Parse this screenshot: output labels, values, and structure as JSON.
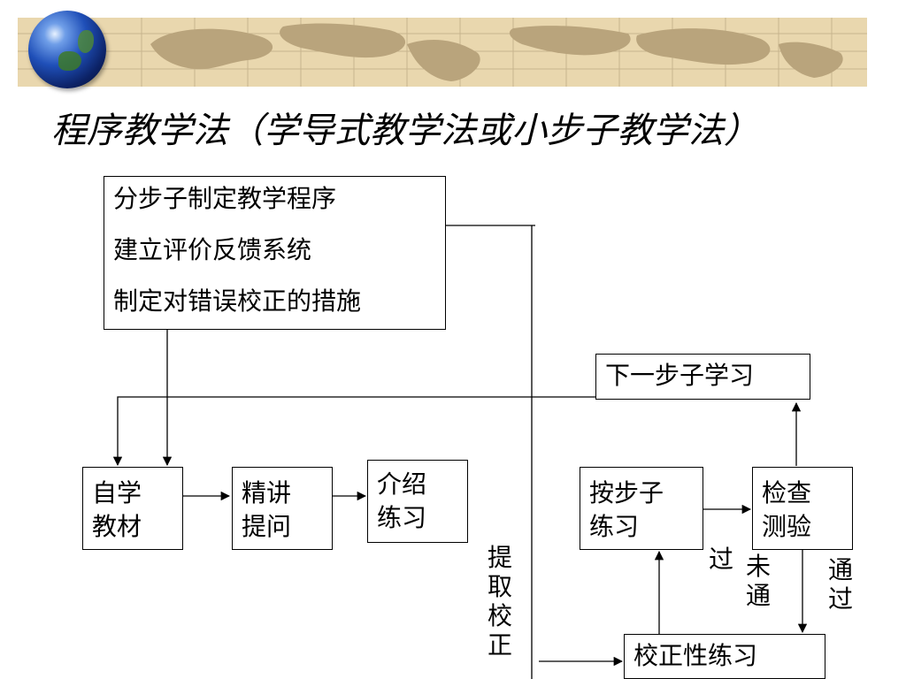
{
  "title": "程序教学法（学导式教学法或小步子教学法）",
  "colors": {
    "banner": "#e9d7ae",
    "map": "#b9a47c",
    "line": "#000000"
  },
  "nodes": {
    "plan": {
      "lines": [
        "分步子制定教学程序",
        "建立评价反馈系统",
        "制定对错误校正的措施"
      ]
    },
    "next_step": {
      "lines": [
        "下一步子学习"
      ]
    },
    "self_study": {
      "lines": [
        "自学",
        "教材"
      ]
    },
    "lecture": {
      "lines": [
        "精讲",
        "提问"
      ]
    },
    "intro": {
      "lines": [
        "介绍",
        "练习"
      ]
    },
    "practice": {
      "lines": [
        "按步子",
        "练习"
      ]
    },
    "check": {
      "lines": [
        "检查",
        "测验"
      ]
    },
    "correction": {
      "lines": [
        "校正性练习"
      ]
    }
  },
  "labels": {
    "retrieve": "提取校正",
    "pass_a": "过",
    "not_pass": "未通",
    "pass_b": "通过"
  }
}
